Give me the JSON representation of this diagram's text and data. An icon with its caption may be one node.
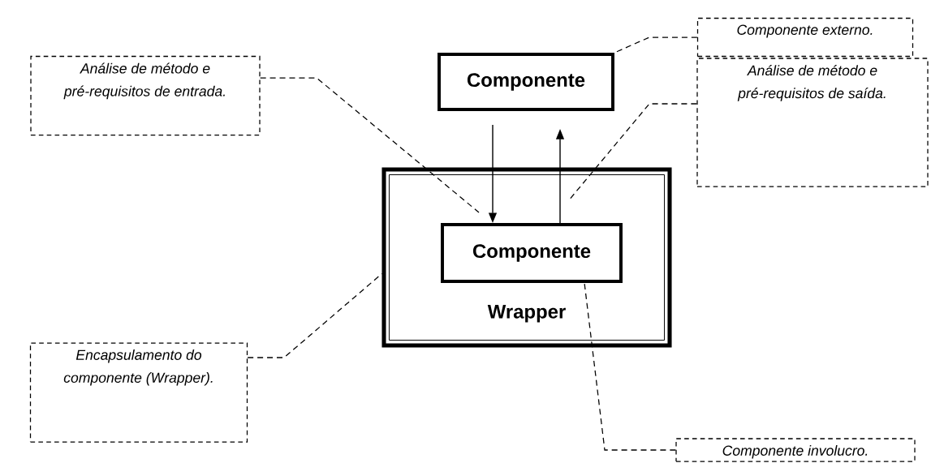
{
  "diagram": {
    "nodes": [
      {
        "text": [
          "Wrapper"
        ]
      },
      {
        "text": [
          "Componente"
        ],
        "in": 0
      },
      {
        "text": [
          "Componente"
        ]
      },
      {
        "text": [
          "Componente externo."
        ]
      },
      {
        "text": [
          "Análise de método e pré-requisitos de entrada."
        ]
      },
      {
        "text": [
          "Análise de método e pré-requisitos de saída."
        ]
      },
      {
        "text": [
          "Encapsulamento do componente (Wrapper)."
        ]
      },
      {
        "text": [
          "Componente involucro."
        ]
      }
    ],
    "edges": [
      {
        "from": 2,
        "to": 1,
        "arrow": "to"
      },
      {
        "from": 1,
        "to": 2,
        "arrow": "to"
      },
      {
        "from": 3,
        "to": 2,
        "arrow": "none",
        "style": "dashed"
      },
      {
        "from": 4,
        "to": null,
        "arrow": "none",
        "style": "dashed"
      },
      {
        "from": 5,
        "to": null,
        "arrow": "none",
        "style": "dashed"
      },
      {
        "from": 6,
        "to": 0,
        "arrow": "none",
        "style": "dashed"
      },
      {
        "from": 7,
        "to": 1,
        "arrow": "none",
        "style": "dashed"
      }
    ]
  }
}
